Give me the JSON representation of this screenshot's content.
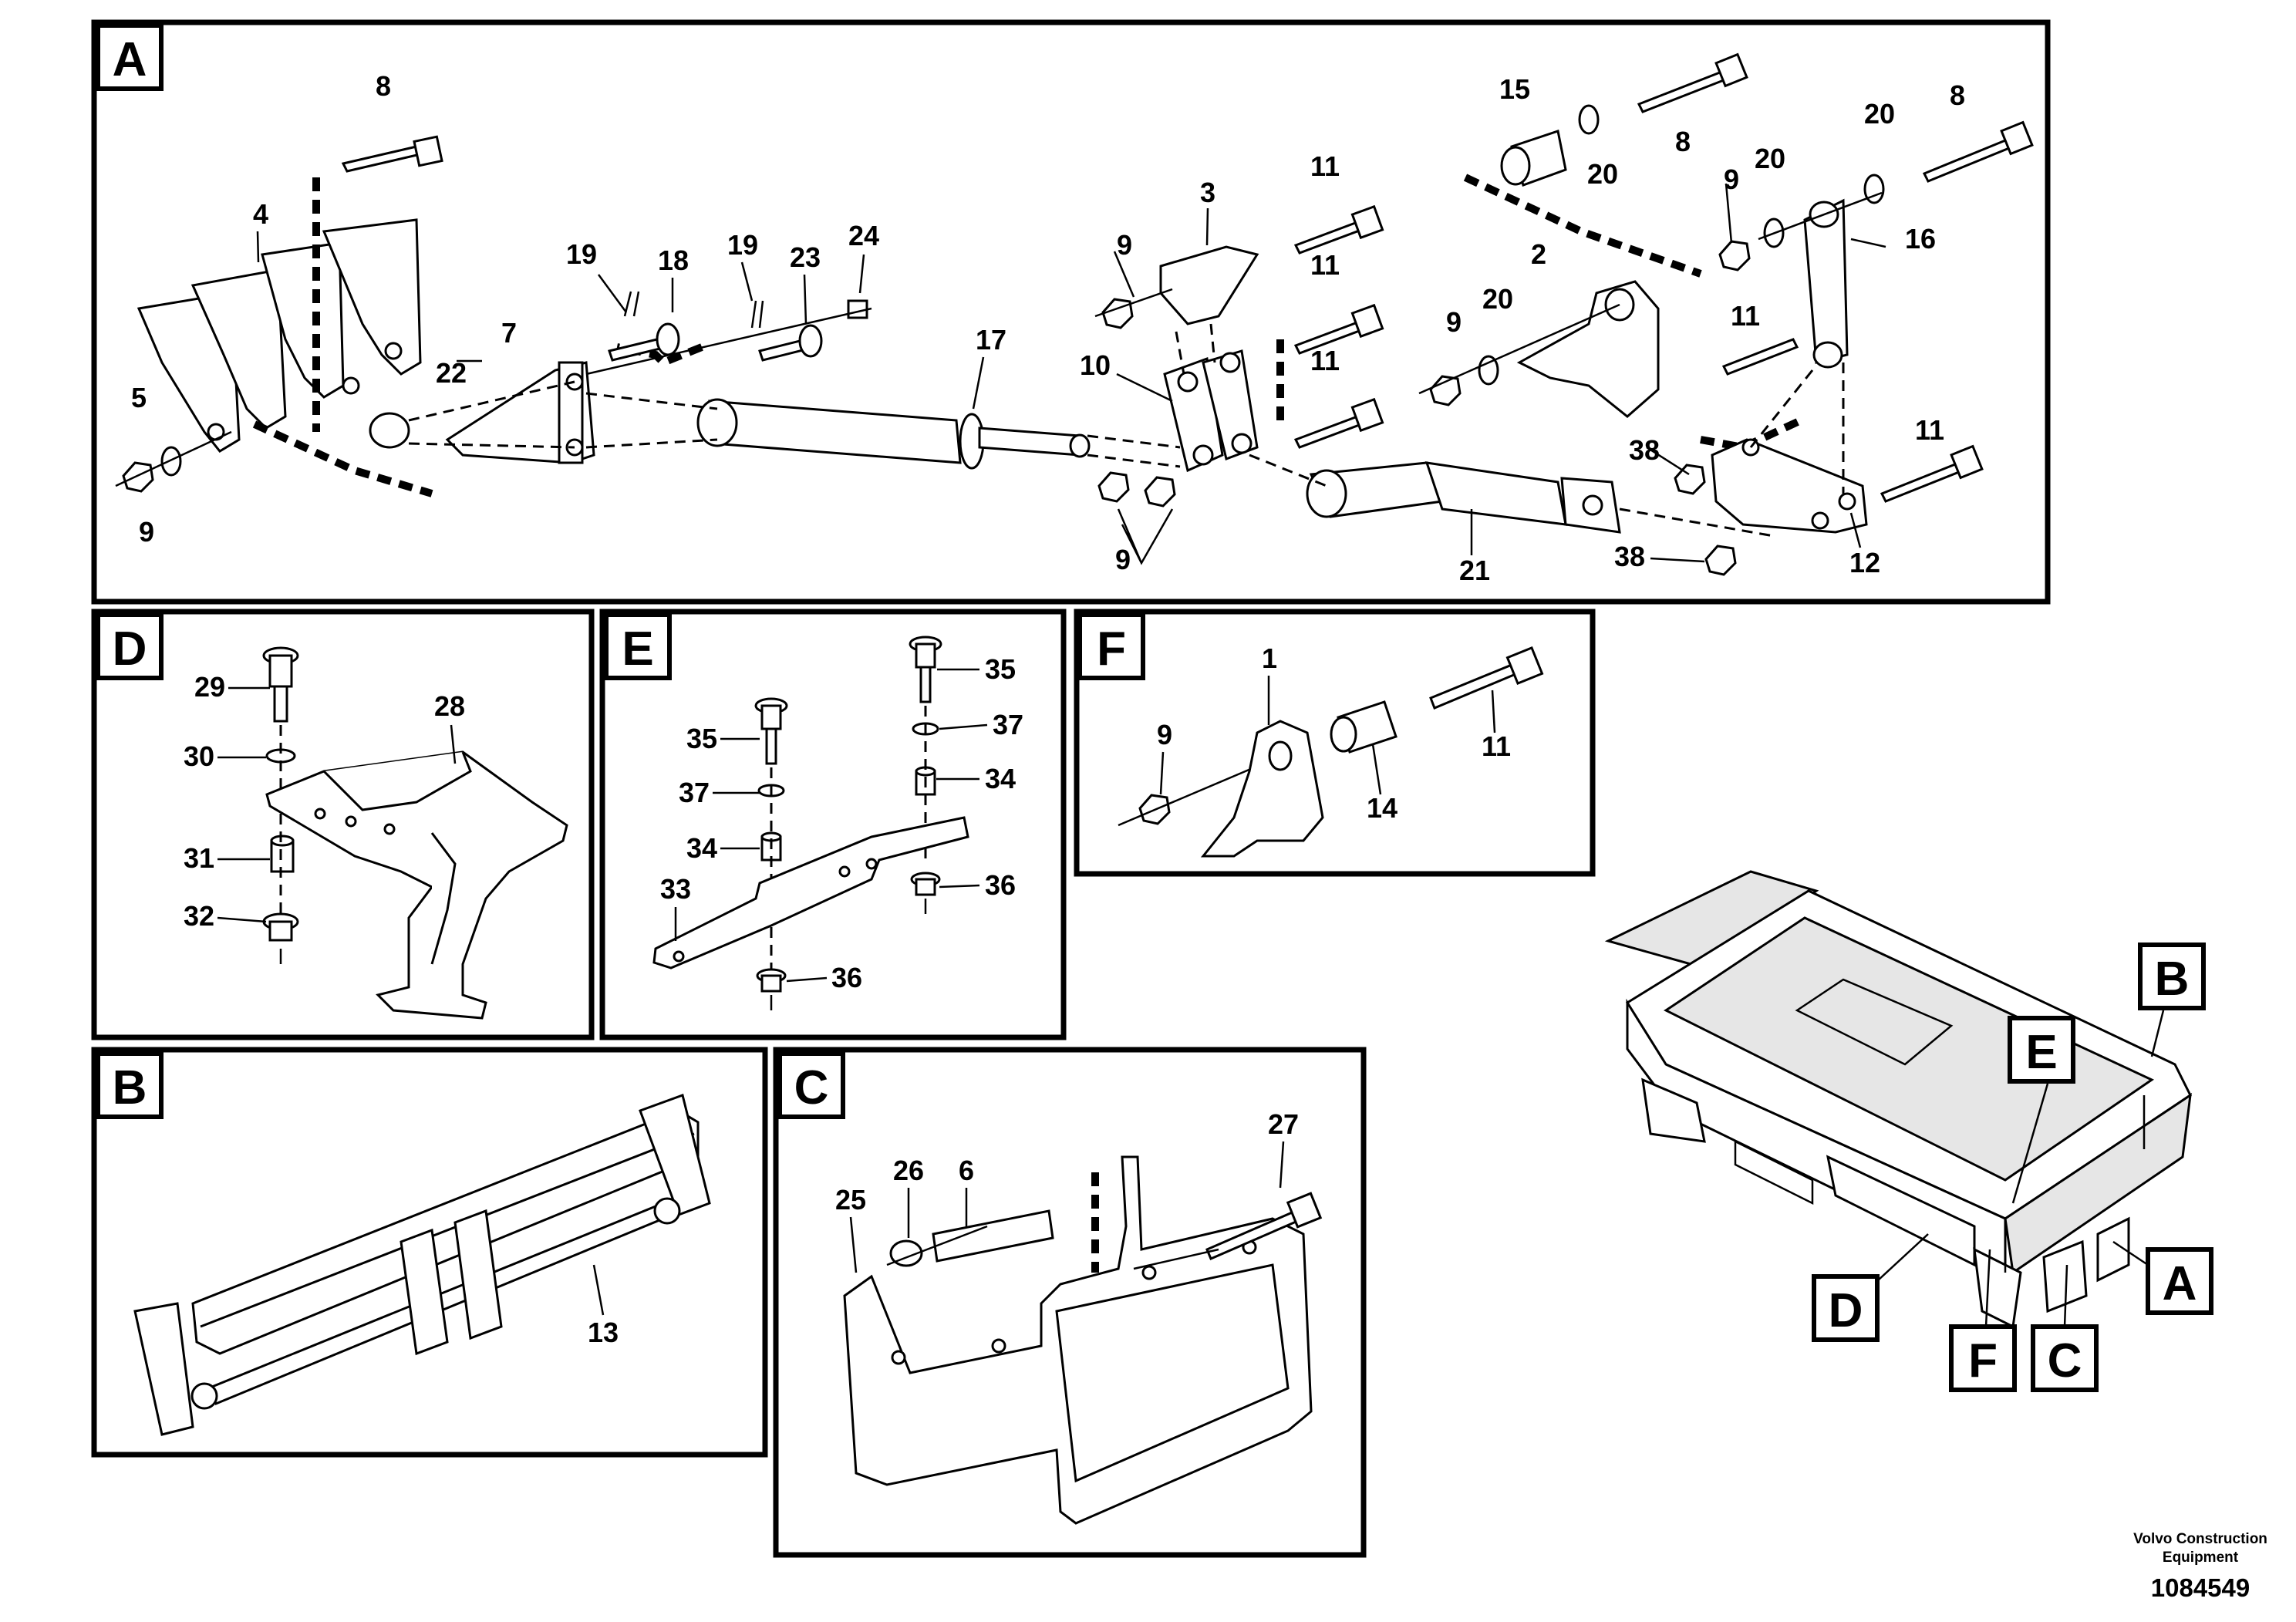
{
  "panels": {
    "A": {
      "label": "A"
    },
    "B": {
      "label": "B"
    },
    "C": {
      "label": "C"
    },
    "D": {
      "label": "D"
    },
    "E": {
      "label": "E"
    },
    "F": {
      "label": "F"
    }
  },
  "callouts": {
    "A": [
      "8",
      "4",
      "5",
      "9",
      "19",
      "18",
      "7",
      "22",
      "19",
      "23",
      "24",
      "17",
      "3",
      "9",
      "11",
      "11",
      "11",
      "10",
      "9",
      "15",
      "20",
      "8",
      "2",
      "9",
      "20",
      "20",
      "9",
      "20",
      "8",
      "16",
      "11",
      "38",
      "21",
      "38",
      "12",
      "11"
    ],
    "D": [
      "29",
      "30",
      "31",
      "32",
      "28"
    ],
    "E": [
      "35",
      "37",
      "34",
      "33",
      "35",
      "37",
      "34",
      "36",
      "36"
    ],
    "F": [
      "1",
      "9",
      "14",
      "11"
    ],
    "B": [
      "13"
    ],
    "C": [
      "27",
      "26",
      "6",
      "25"
    ]
  },
  "overview_tags": [
    "B",
    "E",
    "A",
    "D",
    "F",
    "C"
  ],
  "footer": {
    "company_line1": "Volvo Construction",
    "company_line2": "Equipment",
    "reference": "1084549"
  }
}
